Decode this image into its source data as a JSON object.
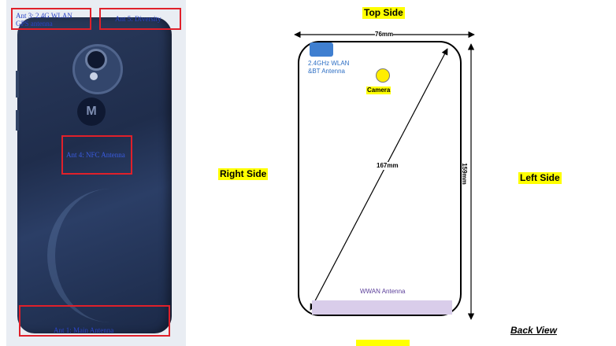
{
  "photo": {
    "labels": {
      "top_left": "Ant 3: 2.4G WLAN\nGPS antenna",
      "top_right": "Ant 5: Diversity",
      "center": "Ant 4: NFC Antenna",
      "bottom": "Ant 1: Main Antenna"
    },
    "logo_glyph": "M"
  },
  "diagram": {
    "top_side": "Top Side",
    "right_side": "Right Side",
    "left_side": "Left Side",
    "width_dim": "76mm",
    "diagonal_dim": "167mm",
    "height_dim": "159mm",
    "wlan_label_line1": "2.4GHz WLAN",
    "wlan_label_line2": "&BT Antenna",
    "camera_label": "Camera",
    "wwan_label": "WWAN Antenna",
    "view_label": "Back View",
    "colors": {
      "highlight": "#ffff00",
      "wlan": "#3f7fd0",
      "wwan": "#d9cdea",
      "redbox": "#e0202a"
    }
  }
}
